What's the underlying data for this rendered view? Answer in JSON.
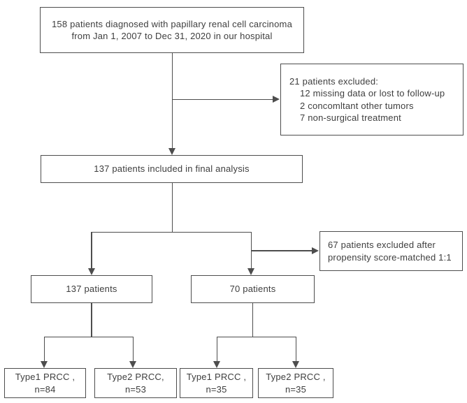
{
  "figure": {
    "type": "patient-selection-flowchart",
    "colors": {
      "border": "#4d4d4d",
      "line": "#4d4d4d",
      "text": "#3e3e3e",
      "background": "#ffffff"
    },
    "boxes": {
      "top": {
        "line1": "158 patients diagnosed with papillary renal cell carcinoma",
        "line2": "from Jan 1, 2007 to Dec 31, 2020 in our hospital"
      },
      "excluded_initial": {
        "title": "21 patients excluded:",
        "items": [
          "12 missing data or lost to follow-up",
          "2 concomltant other tumors",
          "7 non-surgical treatment"
        ]
      },
      "included": {
        "label": "137 patients included in final analysis"
      },
      "excluded_psm": {
        "line1": "67 patients excluded after",
        "line2": "propensity score-matched 1:1"
      },
      "cohort_all": {
        "label": "137 patients"
      },
      "cohort_matched": {
        "label": "70 patients"
      },
      "type1_all": {
        "line1": "Type1 PRCC ,",
        "line2": "n=84"
      },
      "type2_all": {
        "line1": "Type2 PRCC,",
        "line2": "n=53"
      },
      "type1_matched": {
        "line1": "Type1 PRCC ,",
        "line2": "n=35"
      },
      "type2_matched": {
        "line1": "Type2 PRCC ,",
        "line2": "n=35"
      }
    }
  }
}
